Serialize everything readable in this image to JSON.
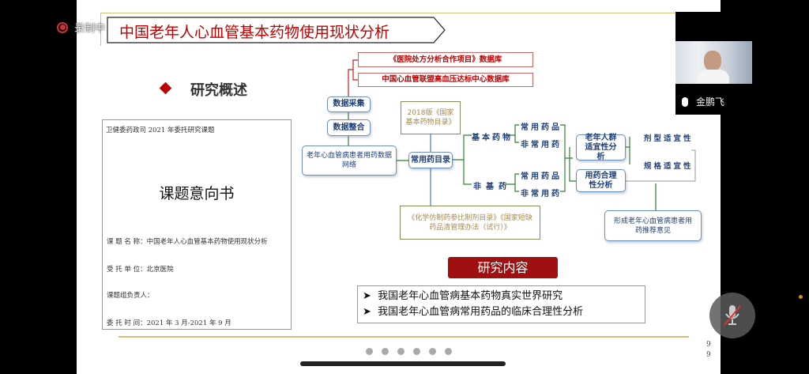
{
  "recording": {
    "label": "录制中"
  },
  "slide": {
    "title": "中国老年人心血管基本药物使用现状分析",
    "section": "研究概述",
    "document": {
      "header": "卫健委药政司 2021 年委托研究课题",
      "title": "课题意向书",
      "fields": [
        {
          "label": "课 题 名 称：",
          "value": "中国老年人心血管基本药物使用现状分析"
        },
        {
          "label": "受 托 单 位：",
          "value": "北京医院"
        },
        {
          "label": "课题组负责人：",
          "value": ""
        },
        {
          "label": "委 托 时 间：",
          "value": "2021 年 3 月-2021 年 9 月"
        }
      ]
    },
    "diagram": {
      "db1": "《医院处方分析合作项目》数据库",
      "db2": "中国心血管联盟高血压达标中心数据库",
      "collect": "数据采集",
      "integrate": "数据整合",
      "network": "老年心血管病患者用药数据网络",
      "catalog2018": "2018版《国家基本药物目录》",
      "common_catalog": "常用药目录",
      "refs": "《化学仿制药参比制剂目录》《国家短缺药品清管理办法（试行）》",
      "essential": "基本药物",
      "non_essential": "非基药",
      "common1": "常用药品",
      "uncommon1": "非常用药",
      "common2": "常用药品",
      "uncommon2": "非常用药",
      "elderly": "老年人群适宜性分析",
      "rational": "用药合理性分析",
      "dosage_form": "剂型适宜性",
      "spec": "规格适宜性",
      "recommend": "形成老年心血管病患者用药推荐意见"
    },
    "content_heading": "研究内容",
    "content_items": [
      "我国老年心血管病基本药物真实世界研究",
      "我国老年心血管病常用药品的临床合理性分析"
    ],
    "page_number": "99"
  },
  "participant": {
    "name": "金鹏飞"
  },
  "colors": {
    "title_red": "#c00000",
    "gold": "#d8c07a",
    "blue": "#1f3f78",
    "heading_red": "#a01010"
  }
}
